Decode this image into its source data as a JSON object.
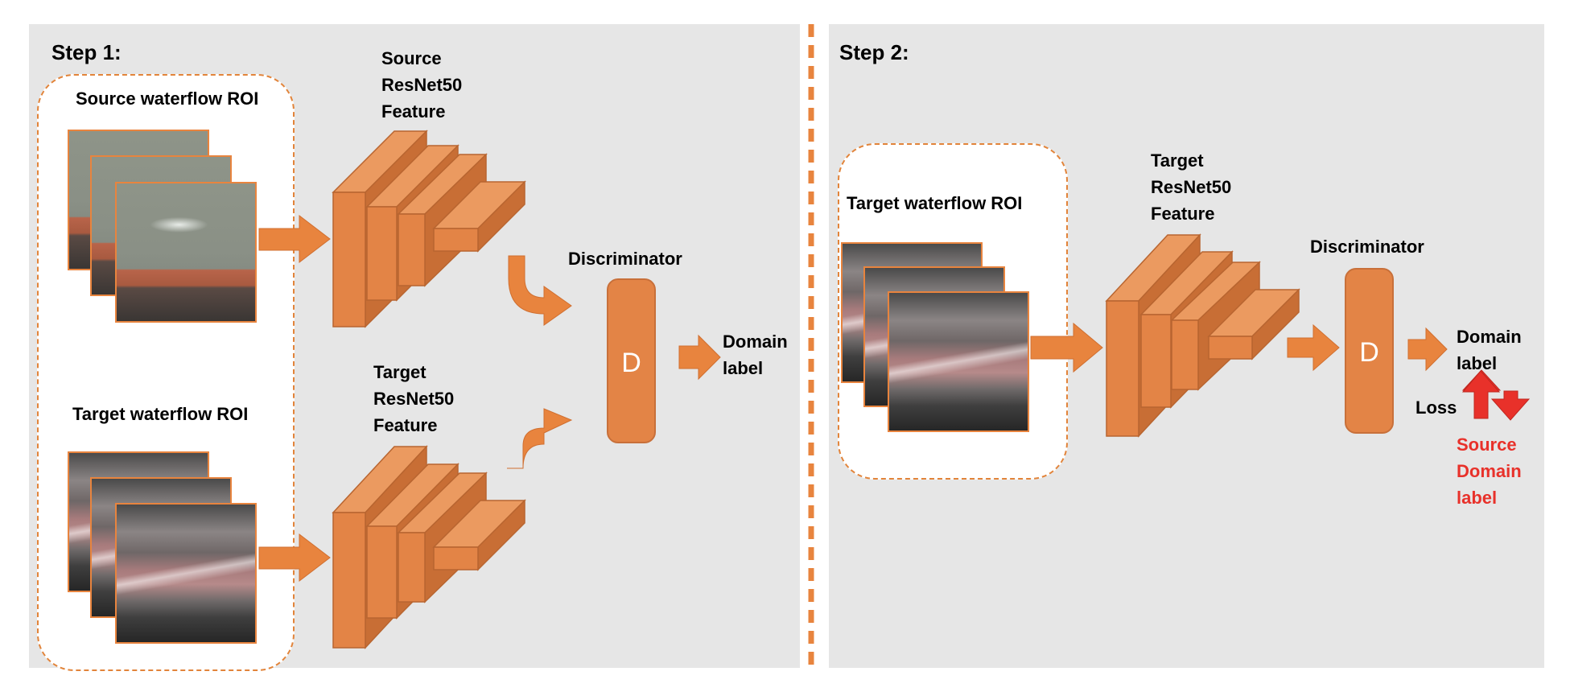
{
  "step1": {
    "title": "Step 1:",
    "source_roi_label": "Source waterflow ROI",
    "target_roi_label": "Target waterflow ROI",
    "source_feature_label": [
      "Source",
      "ResNet50",
      "Feature"
    ],
    "target_feature_label": [
      "Target",
      "ResNet50",
      "Feature"
    ],
    "discriminator_label": "Discriminator",
    "discriminator_letter": "D",
    "output_label": [
      "Domain",
      "label"
    ]
  },
  "step2": {
    "title": "Step 2:",
    "target_roi_label": "Target waterflow ROI",
    "target_feature_label": [
      "Target",
      "ResNet50",
      "Feature"
    ],
    "discriminator_label": "Discriminator",
    "discriminator_letter": "D",
    "output_label": [
      "Domain",
      "label"
    ],
    "loss_label": "Loss",
    "source_domain_label": [
      "Source",
      "Domain",
      "label"
    ]
  },
  "colors": {
    "accent": "#e38446",
    "arrow": "#e8843e",
    "loss_arrows": "#e8312a",
    "panel_bg": "#e6e6e6"
  }
}
